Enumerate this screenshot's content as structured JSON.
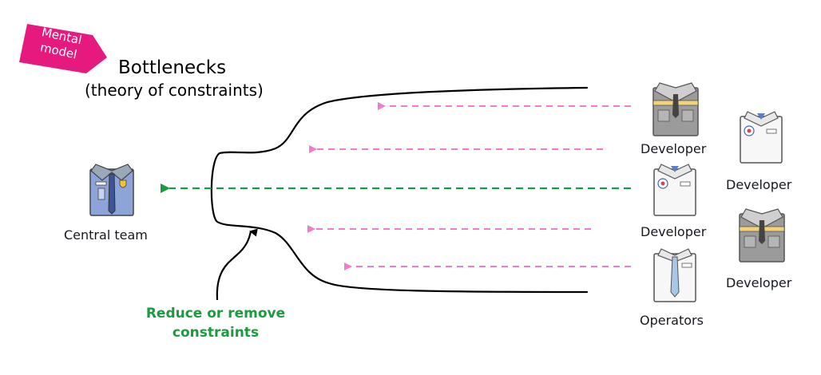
{
  "badge": {
    "line1": "Mental",
    "line2": "model",
    "color": "#e5197e"
  },
  "title": "Bottlenecks",
  "subtitle": "(theory of constraints)",
  "central": {
    "label": "Central team",
    "icon": "police-uniform-icon"
  },
  "callout": {
    "line1": "Reduce or remove",
    "line2": "constraints",
    "color": "#1a9c3e"
  },
  "people": [
    {
      "label": "Developer",
      "icon": "grey-vest-uniform-icon"
    },
    {
      "label": "Developer",
      "icon": "lab-coat-icon"
    },
    {
      "label": "Operators",
      "icon": "shirt-and-tie-icon"
    },
    {
      "label": "Developer",
      "icon": "lab-coat-icon"
    },
    {
      "label": "Developer",
      "icon": "grey-vest-uniform-icon"
    }
  ],
  "colors": {
    "pink_arrow": "#f27bc9",
    "green_arrow": "#1a9c3e",
    "bottle": "#000000"
  }
}
